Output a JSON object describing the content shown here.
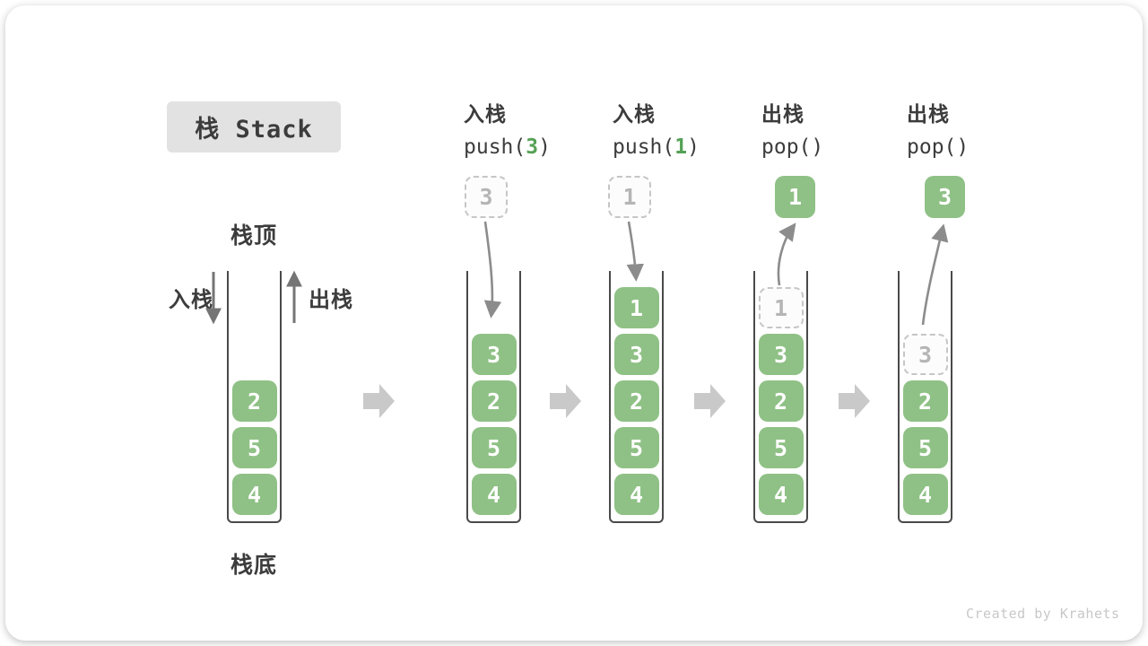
{
  "title": "栈 Stack",
  "side_labels": {
    "stack_top": "栈顶",
    "stack_bottom": "栈底",
    "push": "入栈",
    "pop": "出栈"
  },
  "columns": [
    {
      "op": "入栈",
      "code_prefix": "push(",
      "code_arg": "3",
      "code_suffix": ")",
      "float_value": "3",
      "float_style": "dashed"
    },
    {
      "op": "入栈",
      "code_prefix": "push(",
      "code_arg": "1",
      "code_suffix": ")",
      "float_value": "1",
      "float_style": "dashed"
    },
    {
      "op": "出栈",
      "code_prefix": "pop(",
      "code_arg": "",
      "code_suffix": ")",
      "float_value": "1",
      "float_style": "solid"
    },
    {
      "op": "出栈",
      "code_prefix": "pop(",
      "code_arg": "",
      "code_suffix": ")",
      "float_value": "3",
      "float_style": "solid"
    }
  ],
  "stacks": [
    {
      "name": "initial",
      "cells": [
        {
          "style": "solid",
          "value": "2"
        },
        {
          "style": "solid",
          "value": "5"
        },
        {
          "style": "solid",
          "value": "4"
        }
      ]
    },
    {
      "name": "after-push-3",
      "cells": [
        {
          "style": "solid",
          "value": "3"
        },
        {
          "style": "solid",
          "value": "2"
        },
        {
          "style": "solid",
          "value": "5"
        },
        {
          "style": "solid",
          "value": "4"
        }
      ]
    },
    {
      "name": "after-push-1",
      "cells": [
        {
          "style": "solid",
          "value": "1"
        },
        {
          "style": "solid",
          "value": "3"
        },
        {
          "style": "solid",
          "value": "2"
        },
        {
          "style": "solid",
          "value": "5"
        },
        {
          "style": "solid",
          "value": "4"
        }
      ]
    },
    {
      "name": "after-pop-1",
      "cells": [
        {
          "style": "dashed",
          "value": "1"
        },
        {
          "style": "solid",
          "value": "3"
        },
        {
          "style": "solid",
          "value": "2"
        },
        {
          "style": "solid",
          "value": "5"
        },
        {
          "style": "solid",
          "value": "4"
        }
      ]
    },
    {
      "name": "after-pop-3",
      "cells": [
        {
          "style": "dashed",
          "value": "3"
        },
        {
          "style": "solid",
          "value": "2"
        },
        {
          "style": "solid",
          "value": "5"
        },
        {
          "style": "solid",
          "value": "4"
        }
      ]
    }
  ],
  "watermark": "Created by Krahets",
  "colors": {
    "cell_green": "#8fc085",
    "code_green": "#55a155",
    "arrow_gray": "#8c8c8c",
    "side_arrow_gray": "#757575",
    "block_arrow_gray": "#c9c9c9",
    "title_bg": "#e2e2e2",
    "text_dark": "#3c3c3c",
    "dashed_border": "#c6c6c6",
    "dashed_text": "#b5b5b5",
    "wall_dark": "#4a4a4a",
    "watermark_gray": "#c8c8c8"
  }
}
